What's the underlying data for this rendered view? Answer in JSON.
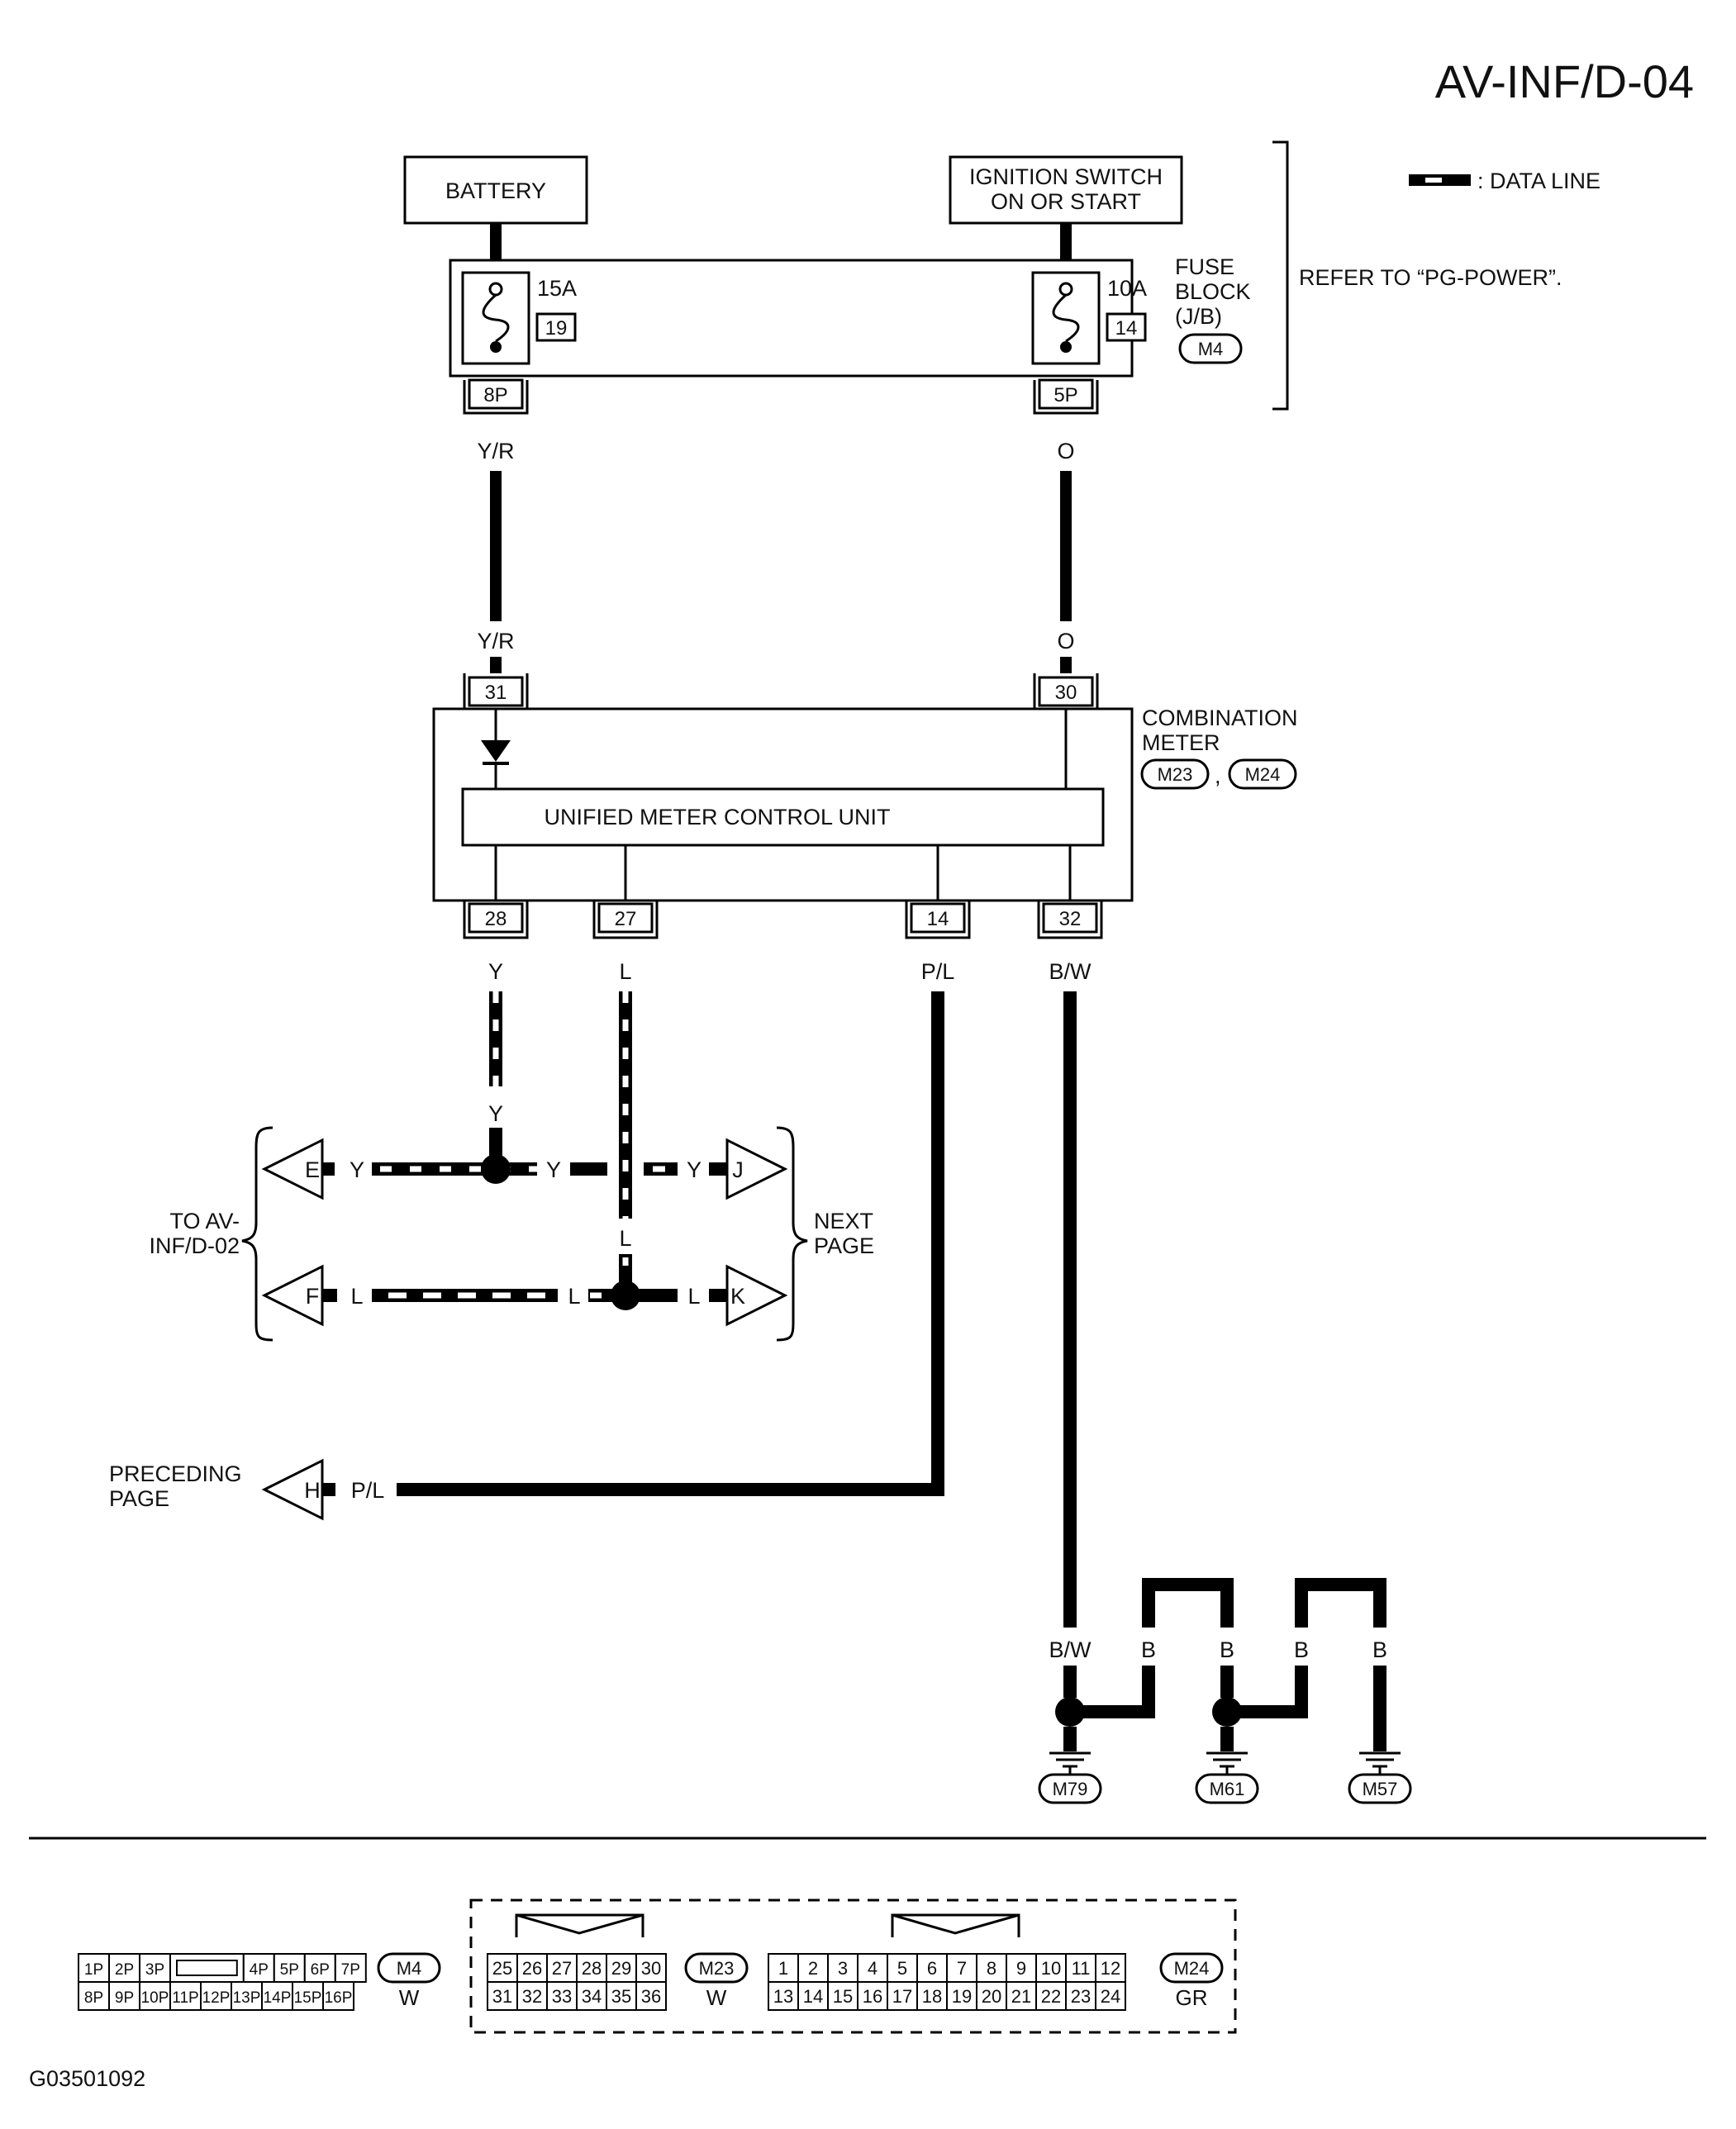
{
  "page_code": "AV-INF/D-04",
  "legend": {
    "label": ": DATA LINE"
  },
  "refer_note": "REFER TO “PG-POWER”.",
  "sources": {
    "battery": "BATTERY",
    "ignition_line1": "IGNITION SWITCH",
    "ignition_line2": "ON OR START"
  },
  "fuse_block": {
    "label_line1": "FUSE",
    "label_line2": "BLOCK",
    "label_line3": "(J/B)",
    "connector": "M4",
    "fuse1": {
      "amps": "15A",
      "number": "19",
      "terminal": "8P"
    },
    "fuse2": {
      "amps": "10A",
      "number": "14",
      "terminal": "5P"
    }
  },
  "wires": {
    "yr": "Y/R",
    "o": "O",
    "y": "Y",
    "l": "L",
    "pl": "P/L",
    "bw": "B/W",
    "b": "B"
  },
  "combination_meter": {
    "label_line1": "COMBINATION",
    "label_line2": "METER",
    "connectors": [
      "M23",
      "M24"
    ],
    "separator": ",",
    "unit_label": "UNIFIED METER CONTROL UNIT",
    "pins": {
      "p31": "31",
      "p30": "30",
      "p28": "28",
      "p27": "27",
      "p14": "14",
      "p32": "32"
    }
  },
  "off_page": {
    "to_line1": "TO AV-",
    "to_line2": "INF/D-02",
    "next_line1": "NEXT",
    "next_line2": "PAGE",
    "preceding_line1": "PRECEDING",
    "preceding_line2": "PAGE",
    "E": "E",
    "F": "F",
    "J": "J",
    "K": "K",
    "H": "H"
  },
  "grounds": [
    "M79",
    "M61",
    "M57"
  ],
  "connector_views": {
    "m4": {
      "id": "M4",
      "color": "W",
      "top": [
        "1P",
        "2P",
        "3P",
        "",
        "4P",
        "5P",
        "6P",
        "7P"
      ],
      "bottom": [
        "8P",
        "9P",
        "10P",
        "11P",
        "12P",
        "13P",
        "14P",
        "15P",
        "16P"
      ]
    },
    "m23": {
      "id": "M23",
      "color": "W",
      "top": [
        "25",
        "26",
        "27",
        "28",
        "29",
        "30"
      ],
      "bottom": [
        "31",
        "32",
        "33",
        "34",
        "35",
        "36"
      ]
    },
    "m24": {
      "id": "M24",
      "color": "GR",
      "top": [
        "1",
        "2",
        "3",
        "4",
        "5",
        "6",
        "7",
        "8",
        "9",
        "10",
        "11",
        "12"
      ],
      "bottom": [
        "13",
        "14",
        "15",
        "16",
        "17",
        "18",
        "19",
        "20",
        "21",
        "22",
        "23",
        "24"
      ]
    }
  },
  "figure_code": "G03501092"
}
